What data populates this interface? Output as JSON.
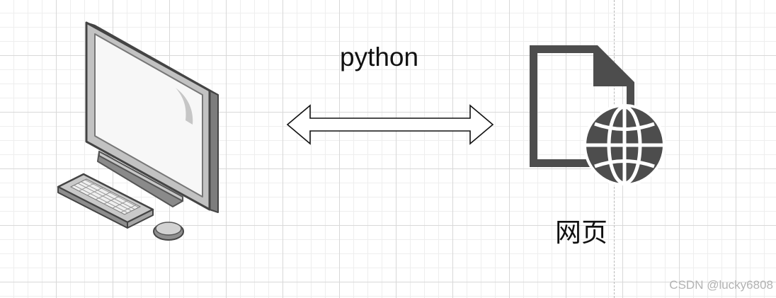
{
  "diagram": {
    "arrow_label": "python",
    "page_label": "网页",
    "watermark": "CSDN @lucky6808"
  },
  "icons": {
    "left": "desktop-computer-icon",
    "middle": "double-arrow-icon",
    "right": "web-page-globe-icon"
  },
  "colors": {
    "icon_dark": "#4d4d4d",
    "text": "#111111",
    "grid": "#d8d8d8",
    "watermark": "#b3b3b3"
  }
}
